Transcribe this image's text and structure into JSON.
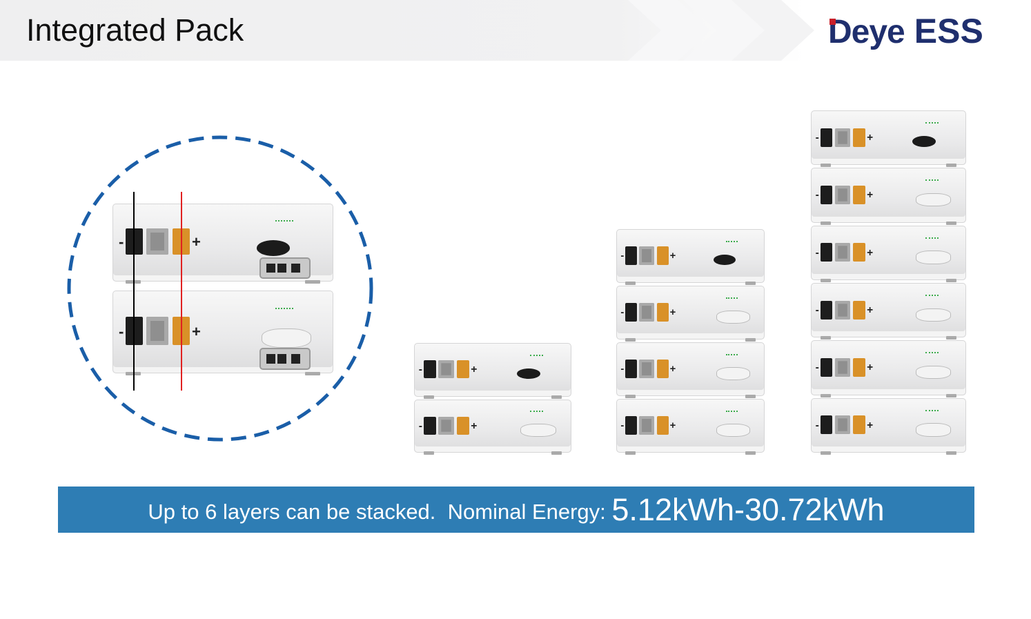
{
  "header": {
    "title": "Integrated Pack",
    "logo": {
      "brand": "Deye",
      "product": "ESS"
    }
  },
  "module_labels": {
    "negative": "-",
    "positive": "+"
  },
  "banner": {
    "text": "Up to 6 layers can be stacked.  Nominal Energy: ",
    "highlight": "5.12kWh-30.72kWh"
  },
  "stacks": [
    {
      "layers": 2
    },
    {
      "layers": 4
    },
    {
      "layers": 6
    }
  ],
  "colors": {
    "accent_blue": "#2e7db4",
    "dash_blue": "#1a5ea8",
    "logo_navy": "#1f2f6e",
    "logo_red": "#c8202a",
    "positive_wire": "#e02020",
    "negative_wire": "#000000"
  }
}
